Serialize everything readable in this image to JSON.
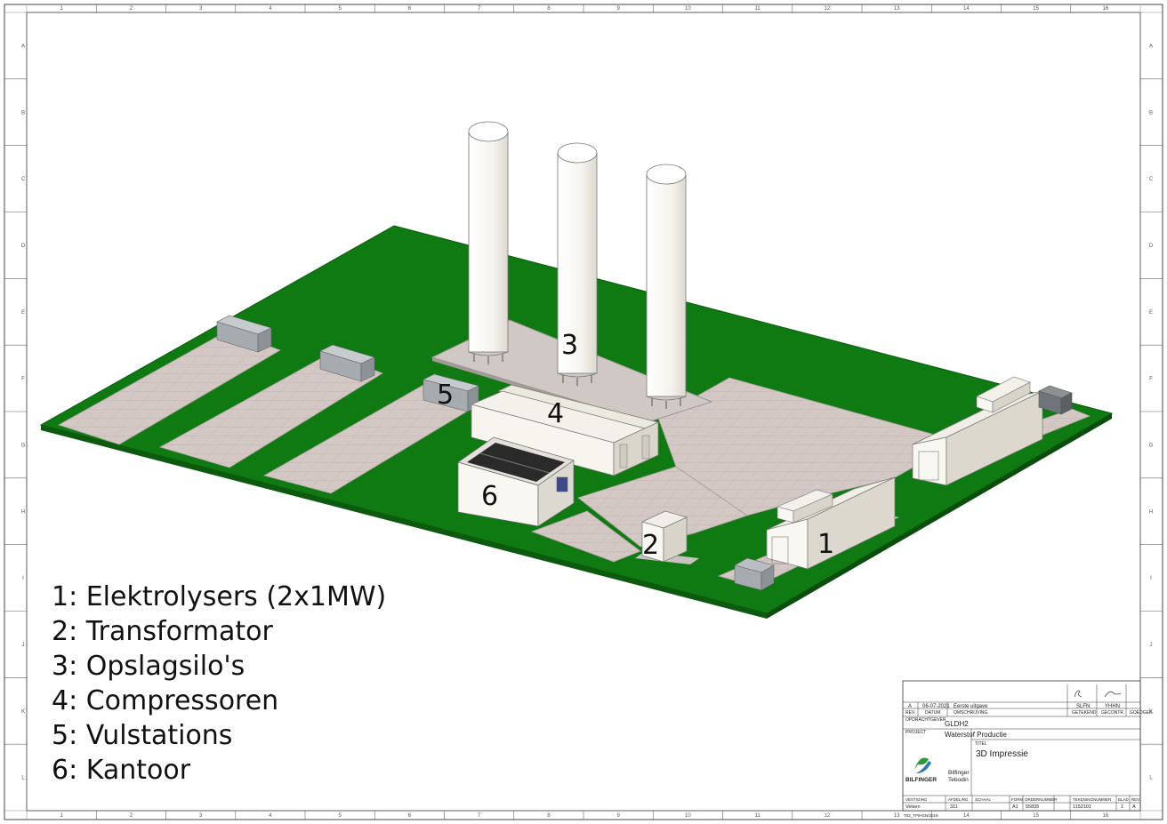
{
  "border": {
    "columns": [
      "1",
      "2",
      "3",
      "4",
      "5",
      "6",
      "7",
      "8",
      "9",
      "10",
      "11",
      "12",
      "13",
      "14",
      "15",
      "16"
    ],
    "rows": [
      "A",
      "B",
      "C",
      "D",
      "E",
      "F",
      "G",
      "H",
      "I",
      "J",
      "K",
      "L"
    ]
  },
  "labels": {
    "n1": "1",
    "n2": "2",
    "n3": "3",
    "n4": "4",
    "n5": "5",
    "n6": "6"
  },
  "legend": [
    "1: Elektrolysers (2x1MW)",
    "2: Transformator",
    "3: Opslagsilo's",
    "4: Compressoren",
    "5: Vulstations",
    "6: Kantoor"
  ],
  "title_block": {
    "revision": "A",
    "date": "06-07-2021",
    "description": "Eerste uitgave",
    "rev_header": "REV.",
    "date_header": "DATUM",
    "desc_header": "OMSCHRIJVING",
    "drawn_header": "GETEKEND",
    "checked_header": "GECONTR.",
    "approved_header": "GOEDGEK.",
    "drawn_by": "SLFN",
    "checked_by": "YHHN",
    "client_header": "OPDRACHTGEVER",
    "client": "GLDH2",
    "project_header": "PROJECT",
    "project": "Waterstof Productie",
    "title_header": "TITEL",
    "title": "3D Impressie",
    "logo1": "BILFINGER",
    "logo2a": "Bilfinger",
    "logo2b": "Tebodin",
    "location_header": "VESTIGING",
    "location": "Velsen",
    "dept_header": "AFDELING",
    "dept": "311",
    "scale_header": "SCHAAL",
    "format_header": "FORM.",
    "format": "A1",
    "order_header": "ORDERNUMMER",
    "order": "55835",
    "drawing_header": "TEKENINGNUMMER",
    "drawing": "1152101",
    "sheet_header": "BLAD",
    "sheet": "1",
    "rev2_header": "REV.",
    "rev2": "A",
    "footer": "T02_TP/HGN/2019"
  },
  "colors": {
    "grass": "#0f7a12",
    "pavement": "#d3c8c4",
    "container": "#f7f5ee",
    "gray_unit": "#9ea4a8"
  }
}
